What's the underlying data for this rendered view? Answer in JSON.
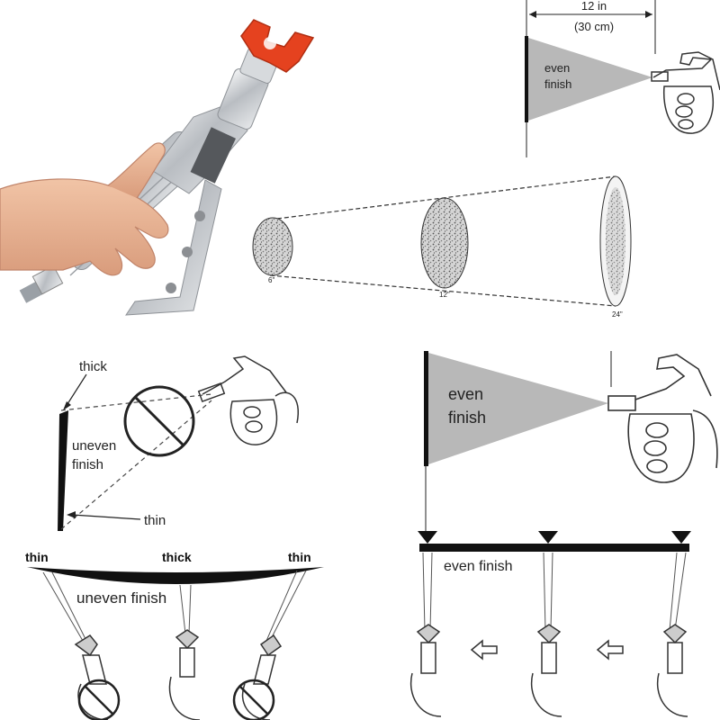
{
  "distance_diagram": {
    "distance_label_line1": "12 in",
    "distance_label_line2": "(30 cm)",
    "fan_label_line1": "even",
    "fan_label_line2": "finish"
  },
  "pattern_diagram": {
    "sizes": [
      "6\"",
      "12\"",
      "24\""
    ]
  },
  "angle_diagram": {
    "thick_label": "thick",
    "uneven_line1": "uneven",
    "uneven_line2": "finish",
    "thin_label": "thin"
  },
  "even_fan_diagram": {
    "fan_label_line1": "even",
    "fan_label_line2": "finish"
  },
  "arc_stroke_diagram": {
    "left_label": "thin",
    "center_label": "thick",
    "right_label": "thin",
    "finish_label": "uneven finish"
  },
  "straight_stroke_diagram": {
    "finish_label": "even finish",
    "direction": "right-to-left"
  },
  "colors": {
    "fan_gray": "#b8b8b8",
    "tip_guard_red": "#e5421f",
    "metal_silver": "#c9ccd0",
    "skin": "#e9b596",
    "ink": "#111111"
  }
}
